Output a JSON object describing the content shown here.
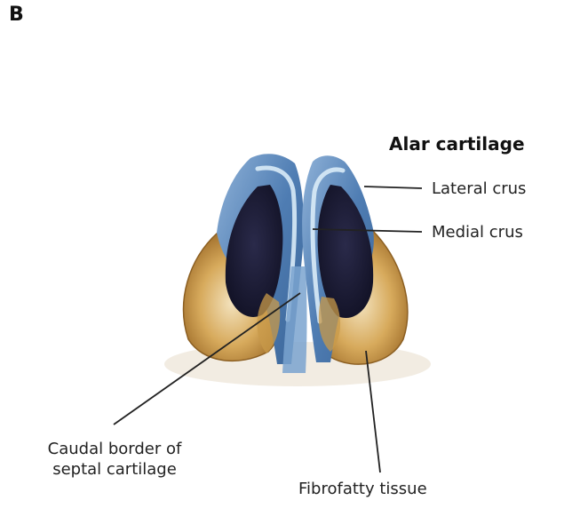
{
  "figure": {
    "panel_letter": "B",
    "title": "Alar cartilage",
    "labels": {
      "lateral_crus": "Lateral crus",
      "medial_crus": "Medial crus",
      "caudal_border_line1": "Caudal border of",
      "caudal_border_line2": "septal cartilage",
      "fibrofatty_tissue": "Fibrofatty tissue"
    }
  },
  "colors": {
    "cartilage_blue": "#5b86b8",
    "cartilage_highlight": "#cfe3f3",
    "fibrofatty_tan": "#c89a4a",
    "nostril_dark": "#1d1e3b",
    "leader_line": "#222222"
  }
}
